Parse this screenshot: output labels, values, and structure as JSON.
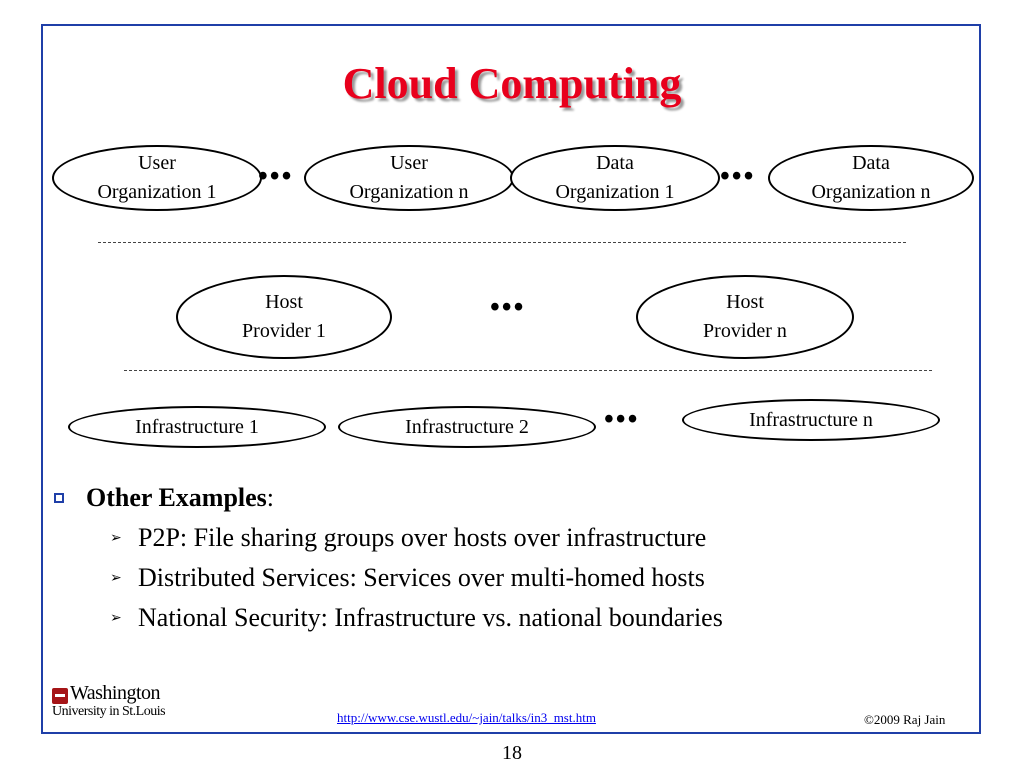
{
  "slide": {
    "title": "Cloud Computing",
    "diagram": {
      "user_orgs": [
        {
          "line1": "User",
          "line2": "Organization 1"
        },
        {
          "line1": "User",
          "line2": "Organization n"
        }
      ],
      "data_orgs": [
        {
          "line1": "Data",
          "line2": "Organization 1"
        },
        {
          "line1": "Data",
          "line2": "Organization n"
        }
      ],
      "hosts": [
        {
          "line1": "Host",
          "line2": "Provider  1"
        },
        {
          "line1": "Host",
          "line2": "Provider  n"
        }
      ],
      "infra": [
        {
          "label": "Infrastructure  1"
        },
        {
          "label": "Infrastructure  2"
        },
        {
          "label": "Infrastructure  n"
        }
      ],
      "ellipsis": "•••"
    },
    "bullets": {
      "heading": "Other Examples",
      "heading_suffix": ":",
      "items": [
        "P2P: File sharing groups over hosts over infrastructure",
        "Distributed Services: Services over multi-homed hosts",
        "National Security: Infrastructure vs. national boundaries"
      ]
    },
    "footer": {
      "logo_word": "Washington",
      "logo_sub": "University in St.Louis",
      "link": "http://www.cse.wustl.edu/~jain/talks/in3_mst.htm",
      "copyright": "©2009 Raj Jain"
    },
    "page_number": "18"
  },
  "colors": {
    "title": "#e8001c",
    "frame": "#1f3fa8",
    "link": "#0000ee"
  }
}
